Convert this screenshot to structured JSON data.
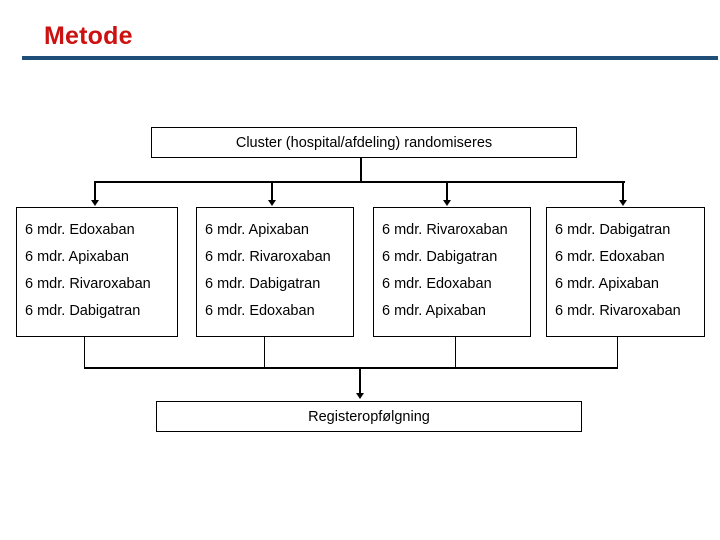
{
  "slide": {
    "title": "Metode",
    "title_color": "#CC1111",
    "rule_color": "#1F4E79"
  },
  "diagram": {
    "top_box": {
      "label": "Cluster (hospital/afdeling) randomiseres"
    },
    "arms": [
      {
        "name": "arm-1",
        "items": [
          "6 mdr. Edoxaban",
          "6 mdr. Apixaban",
          "6 mdr. Rivaroxaban",
          "6 mdr. Dabigatran"
        ]
      },
      {
        "name": "arm-2",
        "items": [
          "6 mdr. Apixaban",
          "6 mdr. Rivaroxaban",
          "6 mdr. Dabigatran",
          "6 mdr. Edoxaban"
        ]
      },
      {
        "name": "arm-3",
        "items": [
          "6 mdr. Rivaroxaban",
          "6 mdr. Dabigatran",
          "6 mdr. Edoxaban",
          "6 mdr. Apixaban"
        ]
      },
      {
        "name": "arm-4",
        "items": [
          "6 mdr. Dabigatran",
          "6 mdr. Edoxaban",
          "6 mdr. Apixaban",
          "6 mdr. Rivaroxaban"
        ]
      }
    ],
    "bottom_box": {
      "label": "Registeropfølgning"
    }
  }
}
